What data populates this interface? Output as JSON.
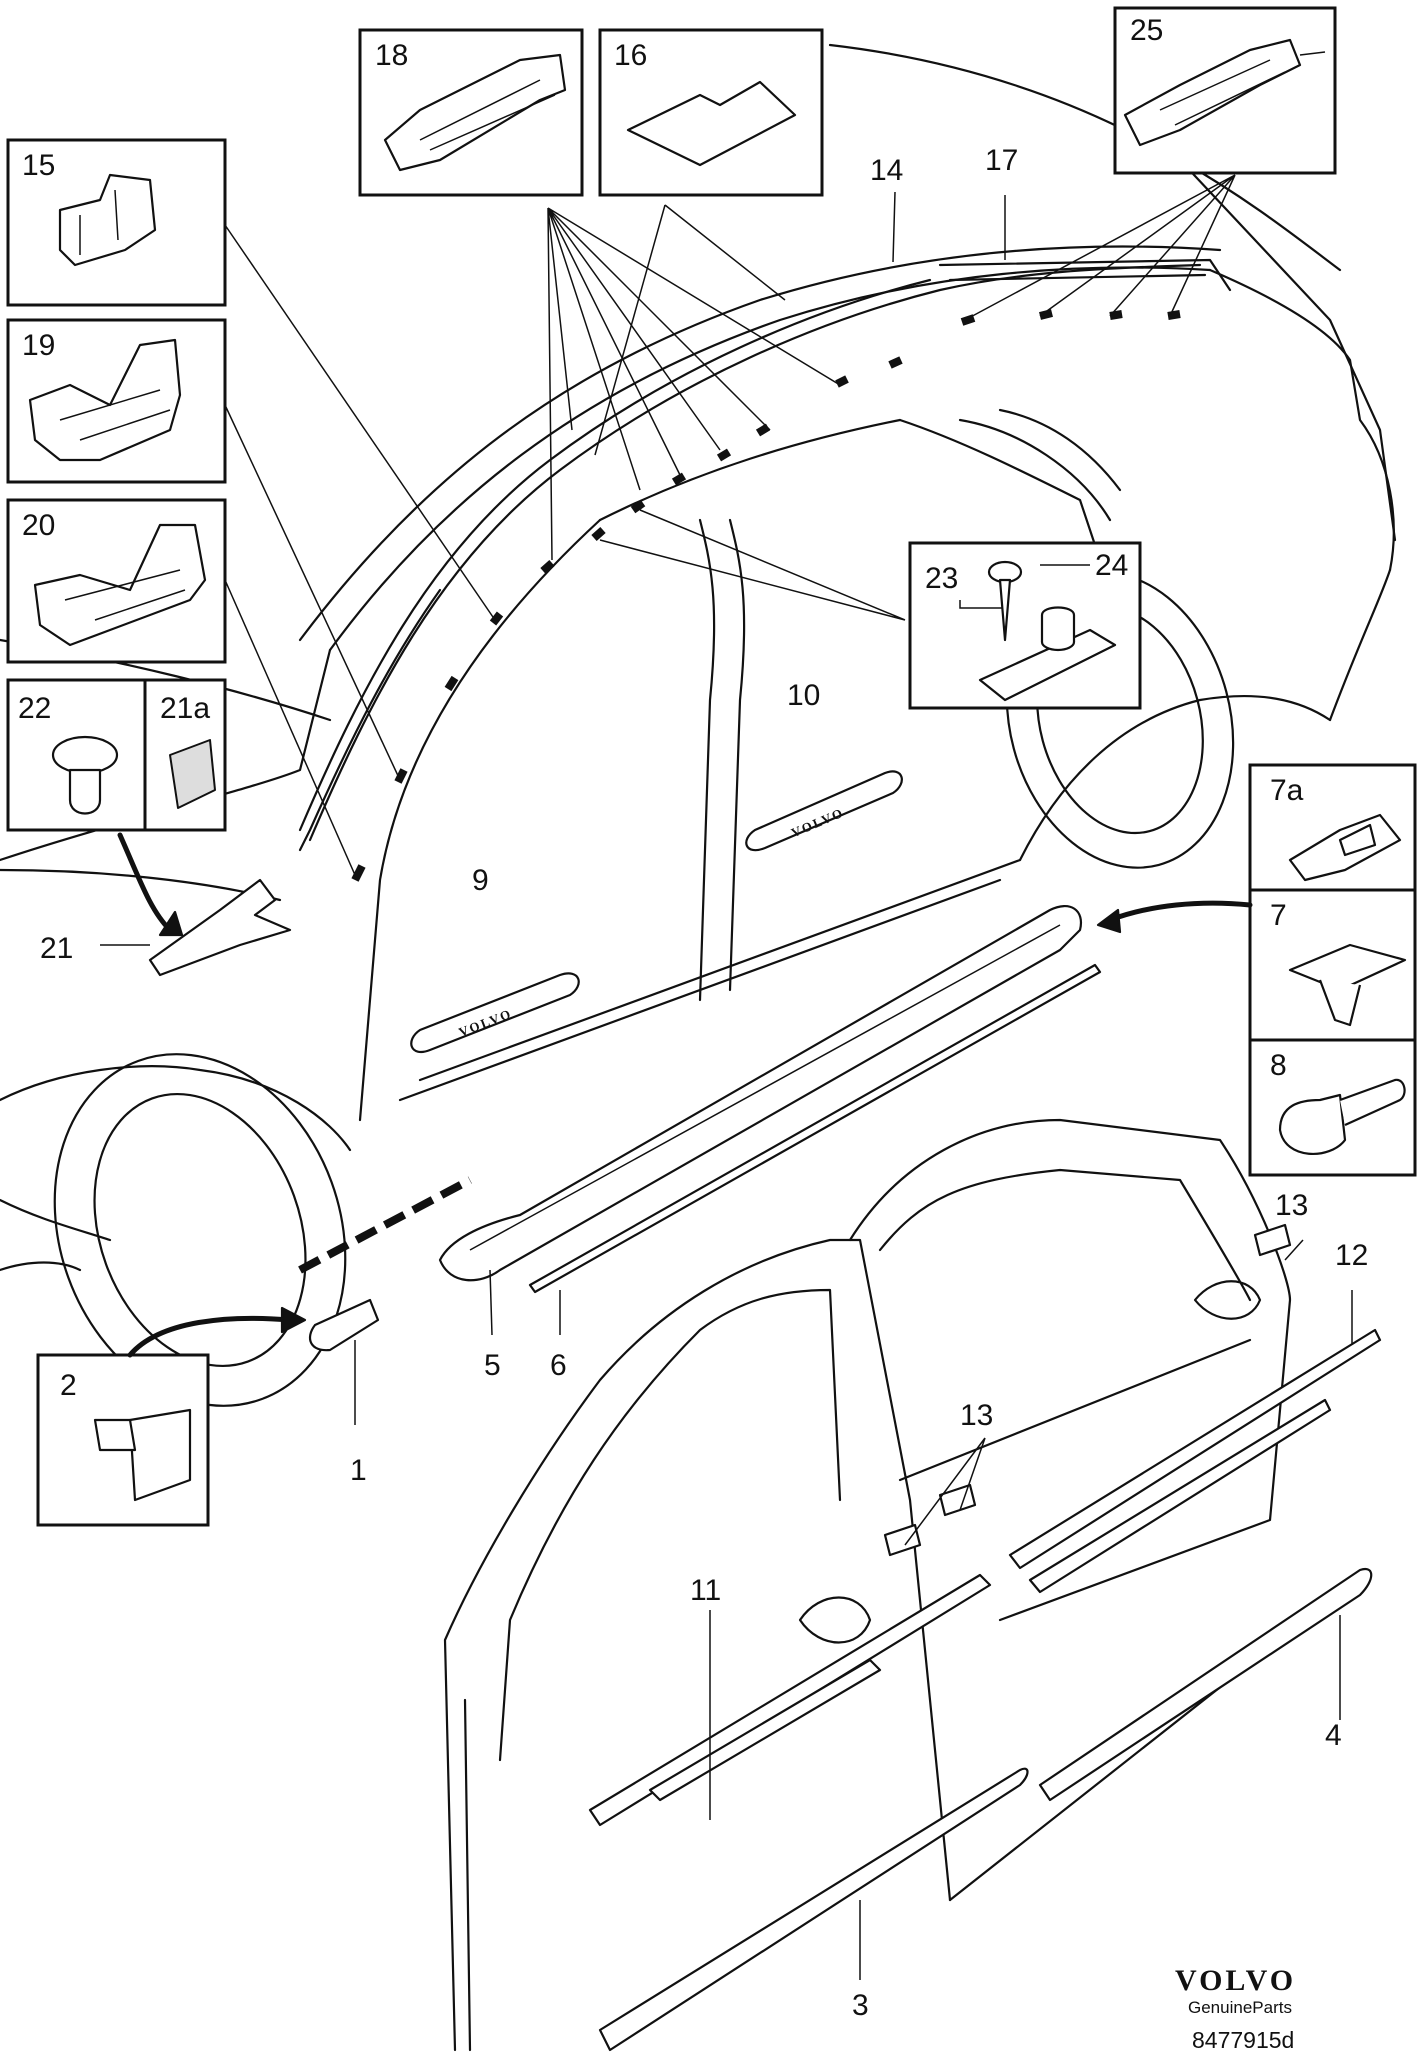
{
  "diagram": {
    "part_numbers": {
      "p1": "1",
      "p2": "2",
      "p3": "3",
      "p4": "4",
      "p5": "5",
      "p6": "6",
      "p7": "7",
      "p7a": "7a",
      "p8": "8",
      "p9": "9",
      "p10": "10",
      "p11": "11",
      "p12": "12",
      "p13a": "13",
      "p13b": "13",
      "p14": "14",
      "p15": "15",
      "p16": "16",
      "p17": "17",
      "p18": "18",
      "p19": "19",
      "p20": "20",
      "p21": "21",
      "p21a": "21a",
      "p22": "22",
      "p23": "23",
      "p24": "24",
      "p25": "25"
    },
    "emblem_text": "VOLVO"
  },
  "footer": {
    "brand": "VOLVO",
    "subtitle": "GenuineParts",
    "code": "8477915d"
  }
}
